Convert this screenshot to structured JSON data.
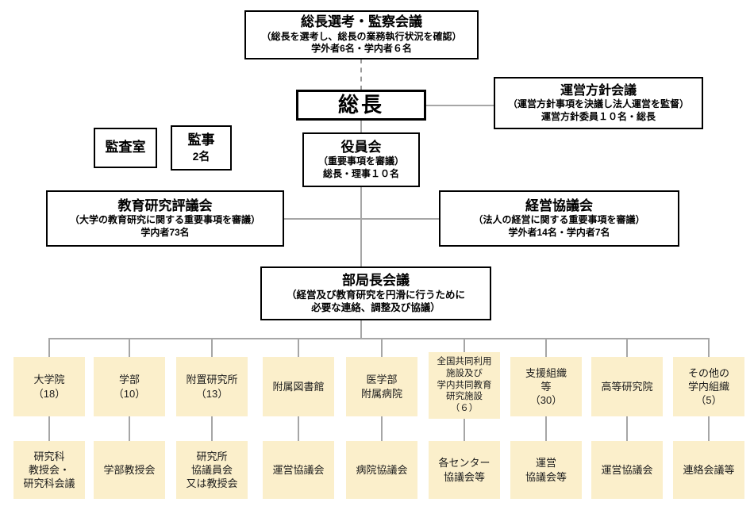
{
  "colors": {
    "yellow_fill": "#FBEFCB",
    "connector_gray": "#A6A6A6",
    "border_black": "#000000"
  },
  "selection_council": {
    "title": "総長選考・監察会議",
    "desc": "（総長を選考し、総長の業務執行状況を確認）",
    "members": "学外者6名・学内者６名"
  },
  "president": {
    "title": "総長"
  },
  "policy_council": {
    "title": "運営方針会議",
    "desc": "（運営方針事項を決議し法人運営を監督）",
    "members": "運営方針委員１０名・総長"
  },
  "audit_office": {
    "title": "監査室"
  },
  "auditors": {
    "title": "監事",
    "members": "2名"
  },
  "board": {
    "title": "役員会",
    "desc": "（重要事項を審議）",
    "members": "総長・理事１０名"
  },
  "education_research_council": {
    "title": "教育研究評議会",
    "desc": "（大学の教育研究に関する重要事項を審議）",
    "members": "学内者73名"
  },
  "management_council": {
    "title": "経営協議会",
    "desc": "（法人の経営に関する重要事項を審議）",
    "members": "学外者14名・学内者7名"
  },
  "deans_council": {
    "title": "部局長会議",
    "desc": "（経営及び教育研究を円滑に行うために\n必要な連絡、調整及び協議）"
  },
  "columns": [
    {
      "org": "大学院\n（18）",
      "body": "研究科\n教授会・\n研究科会議"
    },
    {
      "org": "学部\n（10）",
      "body": "学部教授会"
    },
    {
      "org": "附置研究所\n（13）",
      "body": "研究所\n協議員会\n又は教授会"
    },
    {
      "org": "附属図書館",
      "body": "運営協議会"
    },
    {
      "org": "医学部\n附属病院",
      "body": "病院協議会"
    },
    {
      "org": "全国共同利用\n施設及び\n学内共同教育\n研究施設\n（６）",
      "body": "各センター\n協議会等"
    },
    {
      "org": "支援組織\n等\n（30）",
      "body": "運営\n協議会等"
    },
    {
      "org": "高等研究院",
      "body": "運営協議会"
    },
    {
      "org": "その他の\n学内組織\n（5）",
      "body": "連絡会議等"
    }
  ]
}
